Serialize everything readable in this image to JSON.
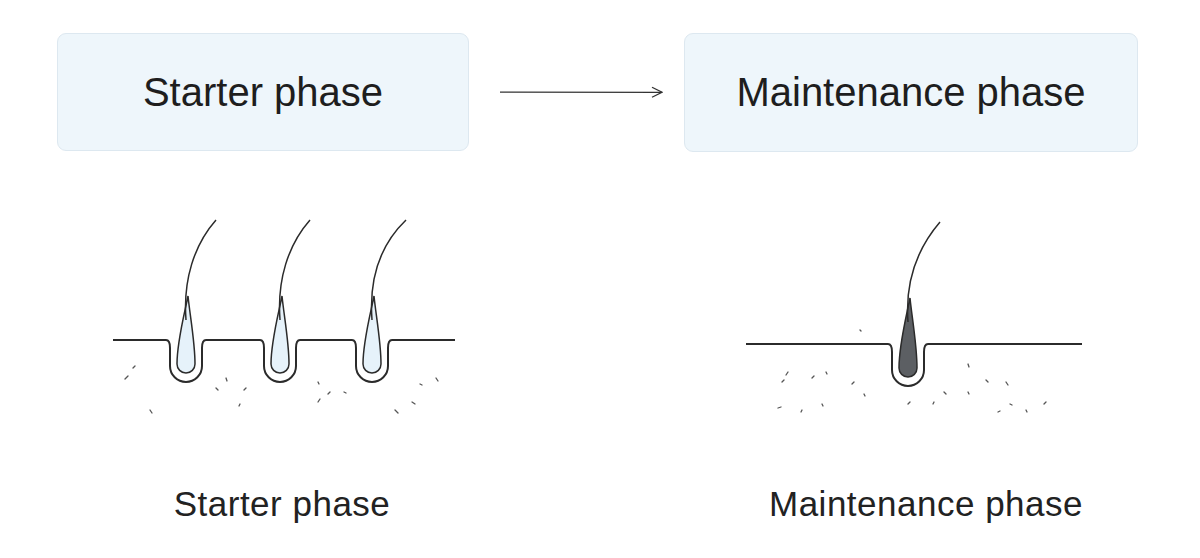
{
  "diagram": {
    "nodes": [
      {
        "text": [
          "Starter phase"
        ]
      },
      {
        "text": [
          "Maintenance phase"
        ]
      }
    ],
    "edges": [
      {
        "from": 0,
        "to": 1,
        "arrow": "to"
      }
    ],
    "labels": [
      "Starter phase",
      "Maintenance phase"
    ]
  }
}
